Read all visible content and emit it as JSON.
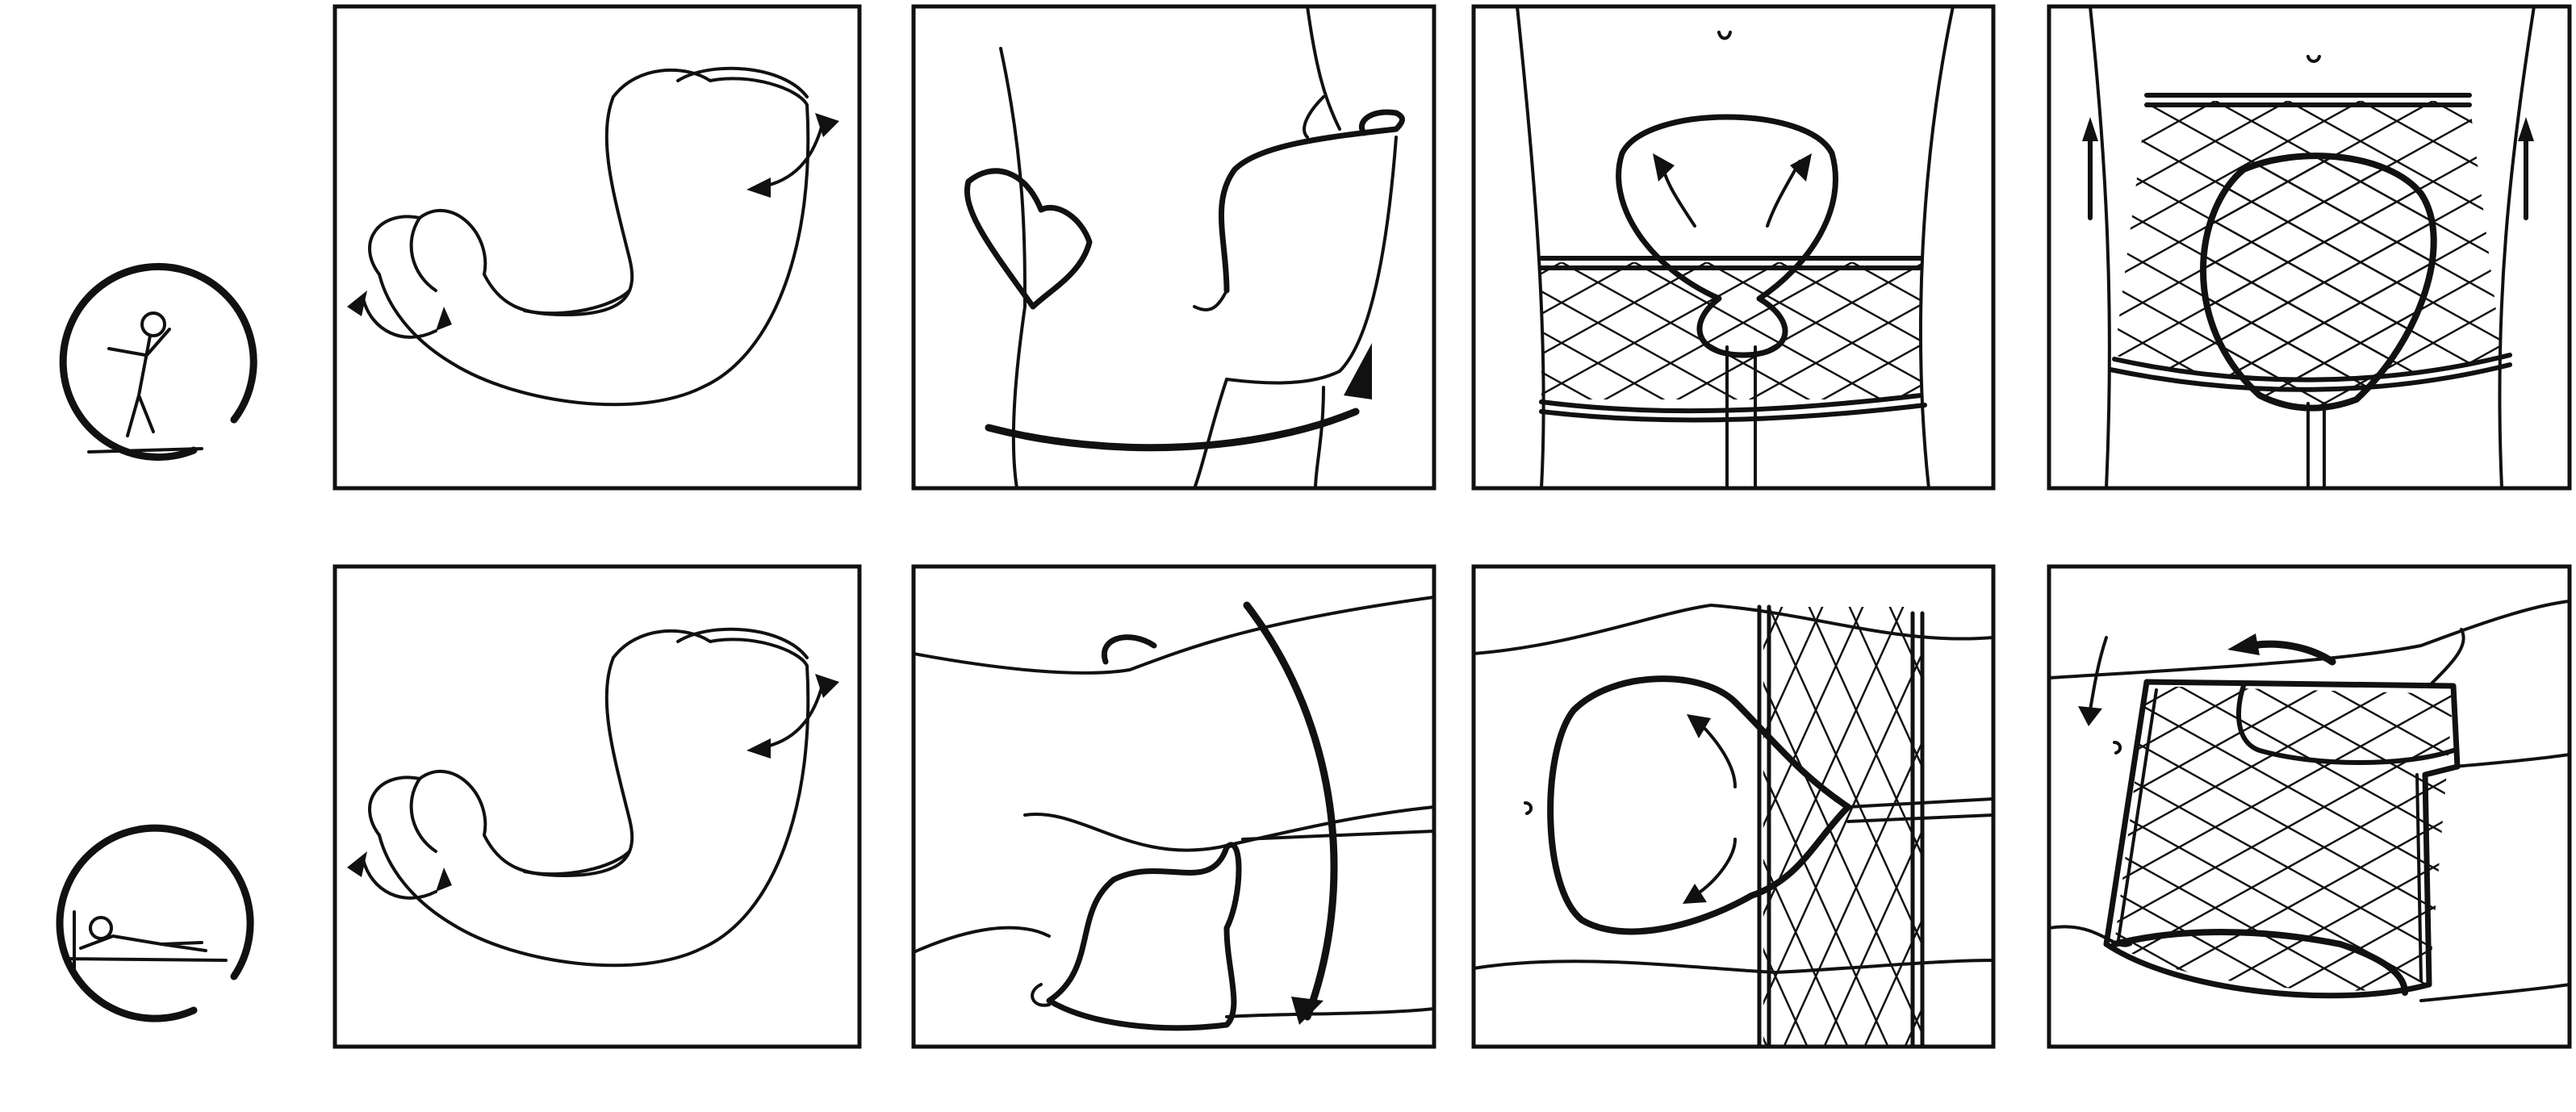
{
  "colors": {
    "line": "#111111",
    "background": "#ffffff"
  },
  "rows": [
    {
      "posture_icon": "standing-person-icon",
      "panels": [
        "bag-shape-step",
        "side-view-application-step",
        "front-view-belt-step",
        "front-view-belt-covered-step"
      ]
    },
    {
      "posture_icon": "lying-person-icon",
      "panels": [
        "bag-shape-step",
        "lying-side-application-step",
        "lying-belt-step",
        "lying-belt-covered-step"
      ]
    }
  ]
}
